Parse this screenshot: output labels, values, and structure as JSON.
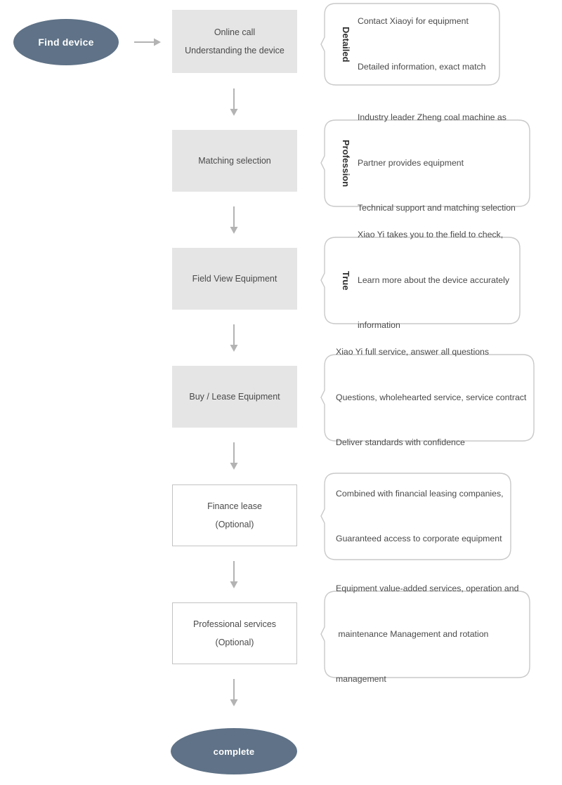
{
  "diagram": {
    "title": "Find device service process",
    "colors": {
      "terminator_fill": "#5f7287",
      "terminator_text": "#ffffff",
      "step_fill": "#e5e5e5",
      "step_border": "#c3c3c3",
      "callout_border": "#c9c9c9",
      "callout_fill": "#ffffff",
      "arrow": "#b3b3b3",
      "body_text": "#4a4a4a",
      "label_text": "#2f2f2f"
    },
    "start_node": {
      "label": "Find device",
      "shape": "ellipse"
    },
    "end_node": {
      "label": "complete",
      "shape": "ellipse"
    },
    "steps": [
      {
        "id": "online-call",
        "style": "filled",
        "lines": [
          "Online call",
          "Understanding the device"
        ],
        "callout": {
          "vertical_label": "Detailed",
          "lines": [
            "Contact Xiaoyi for equipment",
            "Detailed information, exact match"
          ]
        }
      },
      {
        "id": "matching-selection",
        "style": "filled",
        "lines": [
          "Matching selection"
        ],
        "callout": {
          "vertical_label": "Profession",
          "lines": [
            "Industry leader Zheng coal machine as",
            "Partner provides equipment",
            "Technical support and matching selection"
          ]
        }
      },
      {
        "id": "field-view-equipment",
        "style": "filled",
        "lines": [
          "Field View Equipment"
        ],
        "callout": {
          "vertical_label": "True",
          "lines": [
            "Xiao Yi takes you to the field to check,",
            "Learn more about the device accurately",
            "information"
          ]
        }
      },
      {
        "id": "buy-lease-equipment",
        "style": "filled",
        "lines": [
          "Buy / Lease Equipment"
        ],
        "callout": {
          "vertical_label": "",
          "lines": [
            "Xiao Yi full service, answer all questions",
            "Questions, wholehearted service, service contract",
            "Deliver standards with confidence"
          ]
        }
      },
      {
        "id": "finance-lease",
        "style": "outlined",
        "lines": [
          "Finance lease",
          "(Optional)"
        ],
        "callout": {
          "vertical_label": "",
          "lines": [
            "Combined with financial leasing companies,",
            "Guaranteed access to corporate equipment"
          ]
        }
      },
      {
        "id": "professional-services",
        "style": "outlined",
        "lines": [
          "Professional services",
          "(Optional)"
        ],
        "callout": {
          "vertical_label": "",
          "lines": [
            "Equipment value-added services, operation and",
            " maintenance Management and rotation",
            "management"
          ]
        }
      }
    ],
    "connectors": [
      {
        "id": "start-to-step1",
        "direction": "right",
        "icon": "arrow-right-icon"
      },
      {
        "id": "step1-to-step2",
        "direction": "down",
        "icon": "arrow-down-icon"
      },
      {
        "id": "step2-to-step3",
        "direction": "down",
        "icon": "arrow-down-icon"
      },
      {
        "id": "step3-to-step4",
        "direction": "down",
        "icon": "arrow-down-icon"
      },
      {
        "id": "step4-to-step5",
        "direction": "down",
        "icon": "arrow-down-icon"
      },
      {
        "id": "step5-to-step6",
        "direction": "down",
        "icon": "arrow-down-icon"
      },
      {
        "id": "step6-to-end",
        "direction": "down",
        "icon": "arrow-down-icon"
      }
    ]
  }
}
